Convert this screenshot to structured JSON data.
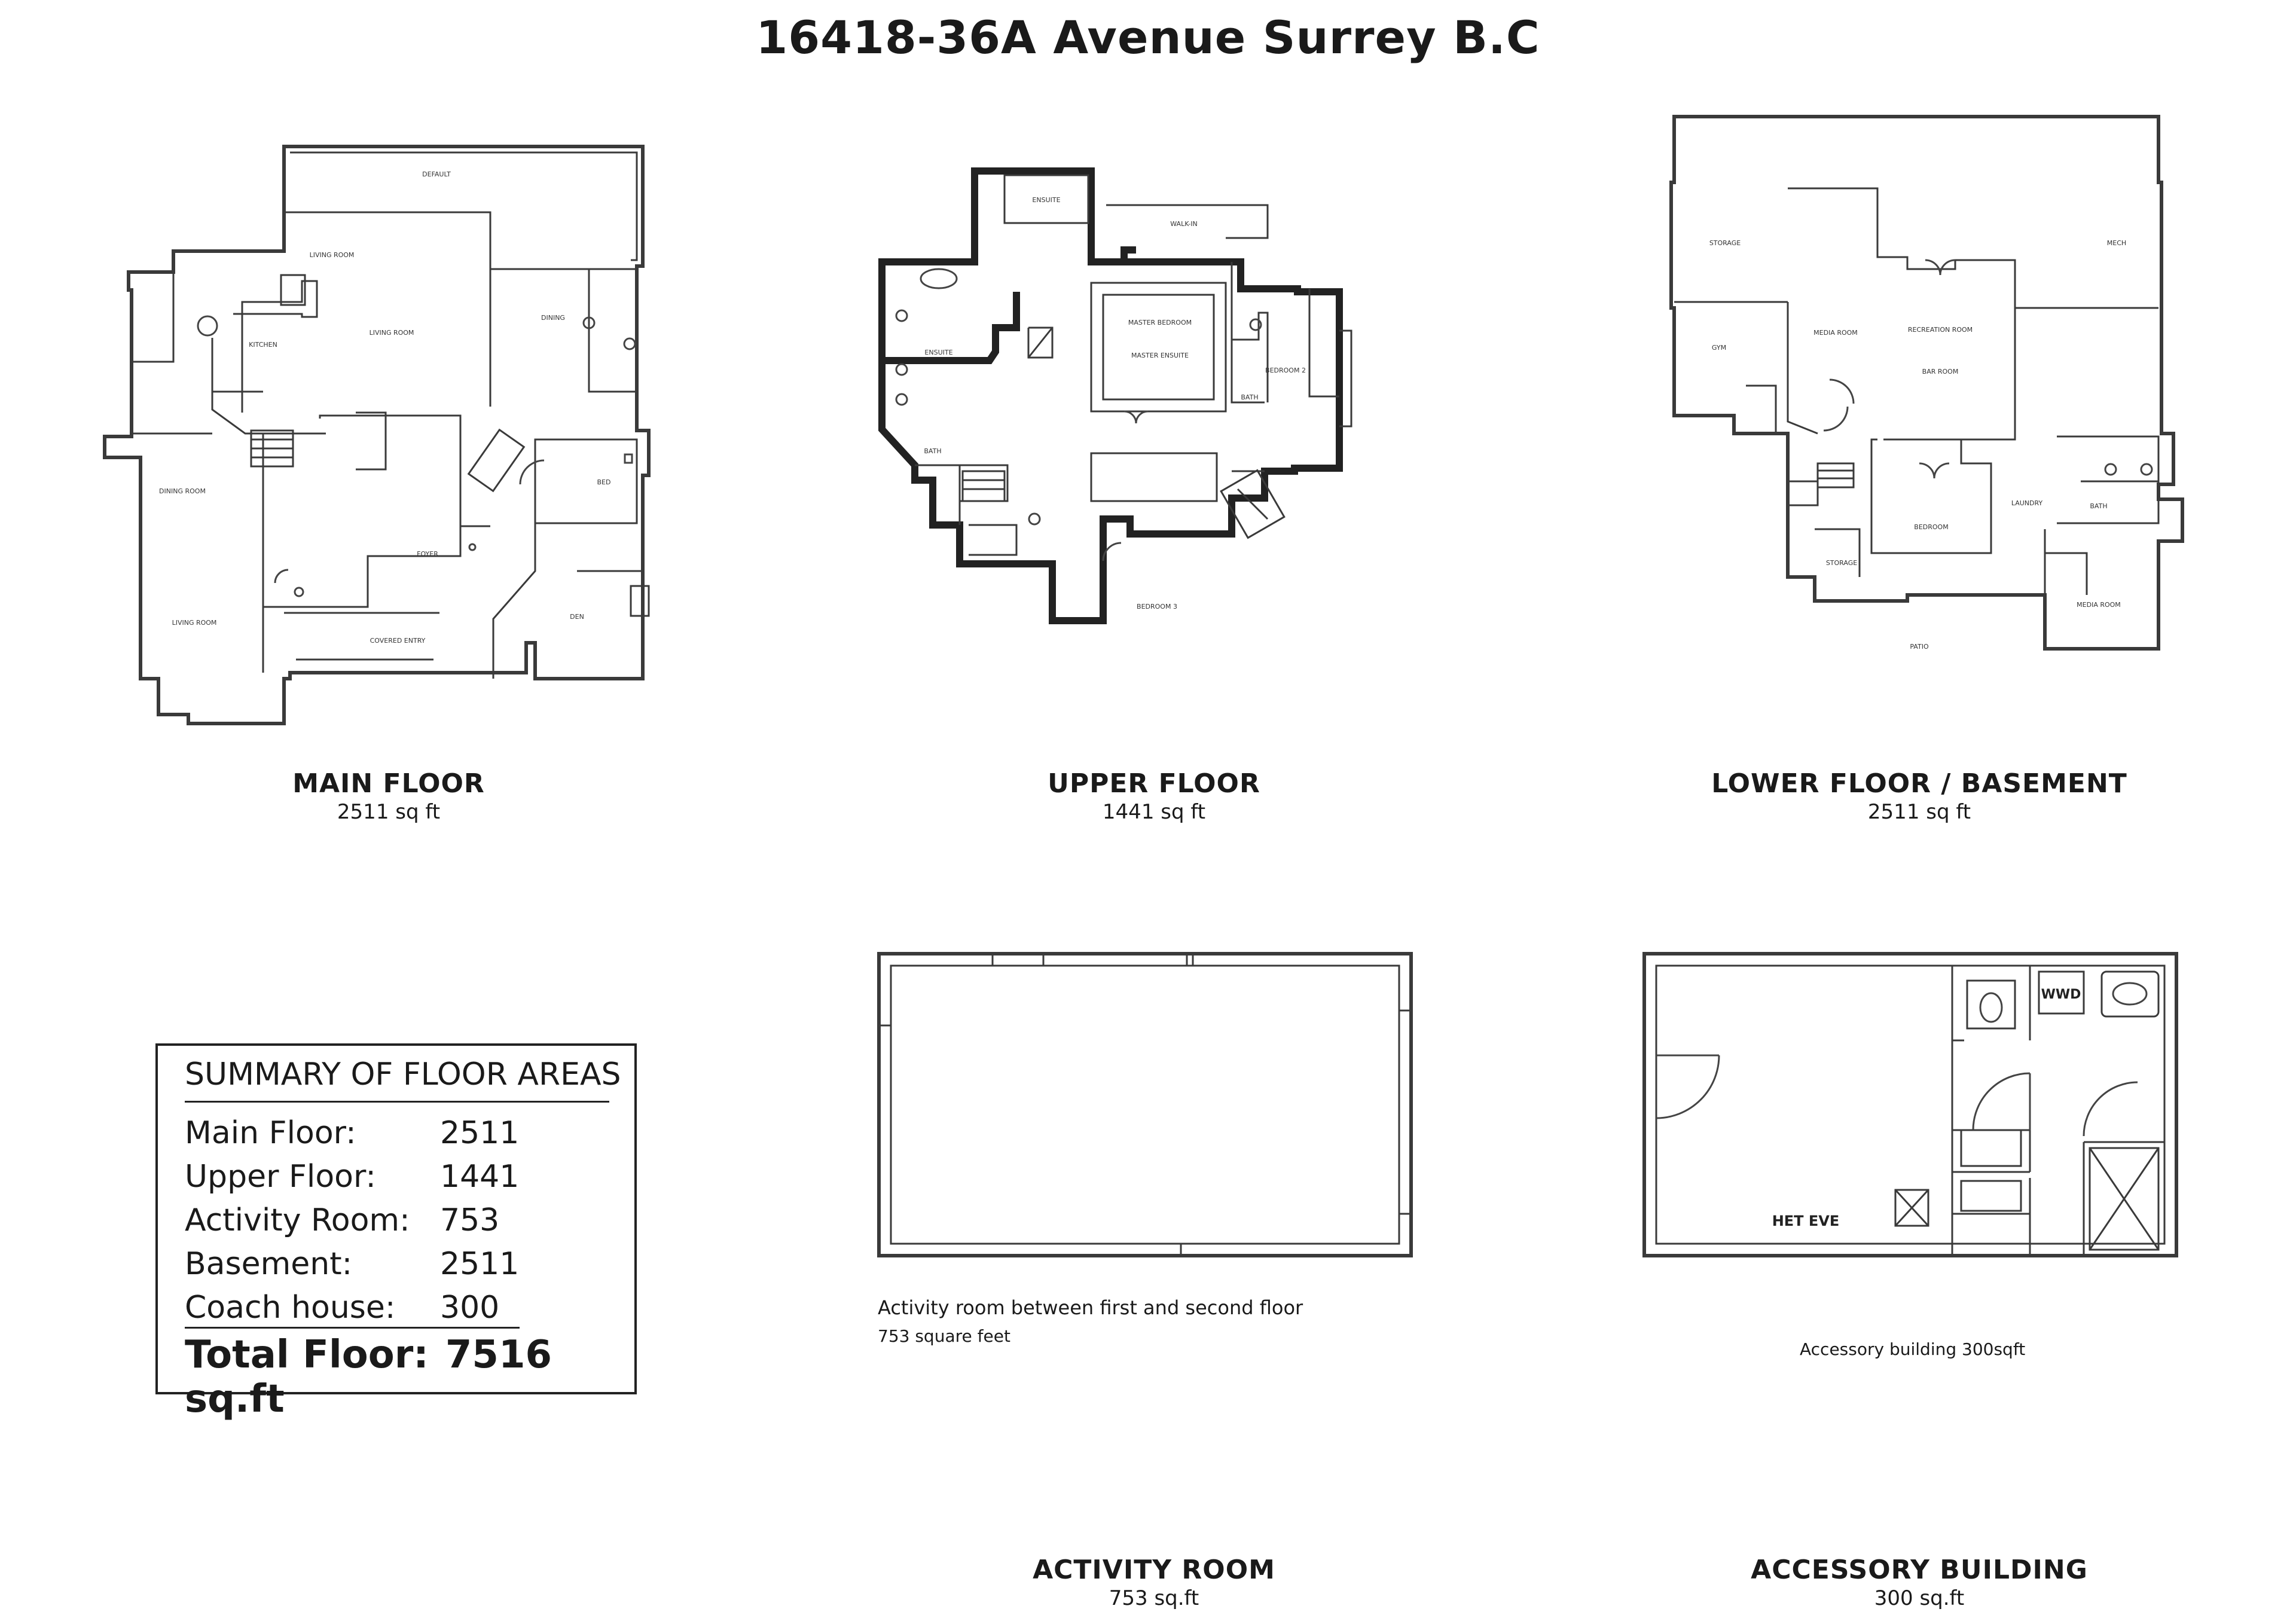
{
  "title": "16418-36A Avenue Surrey B.C",
  "floors": {
    "main": {
      "name": "MAIN FLOOR",
      "area": "2511 sq ft"
    },
    "upper": {
      "name": "UPPER FLOOR",
      "area": "1441 sq ft"
    },
    "lower": {
      "name": "LOWER FLOOR / BASEMENT",
      "area": "2511 sq ft"
    },
    "activity": {
      "name": "ACTIVITY ROOM",
      "area": "753 sq.ft",
      "note": "Activity room between first and second floor",
      "note_area": "753 square feet"
    },
    "accessory": {
      "name": "ACCESSORY BUILDING",
      "area": "300 sq.ft",
      "note": "Accessory building 300sqft",
      "label_wwd": "WWD",
      "label_bottom": "HET EVE"
    }
  },
  "summary": {
    "heading": "SUMMARY OF FLOOR AREAS",
    "rows": [
      {
        "label": "Main Floor:",
        "value": "2511"
      },
      {
        "label": "Upper Floor:",
        "value": "1441"
      },
      {
        "label": "Activity Room:",
        "value": "753"
      },
      {
        "label": "Basement:",
        "value": "2511"
      },
      {
        "label": "Coach house:",
        "value": "300"
      }
    ],
    "total_label": "Total Floor:",
    "total_value": "7516 sq.ft"
  }
}
